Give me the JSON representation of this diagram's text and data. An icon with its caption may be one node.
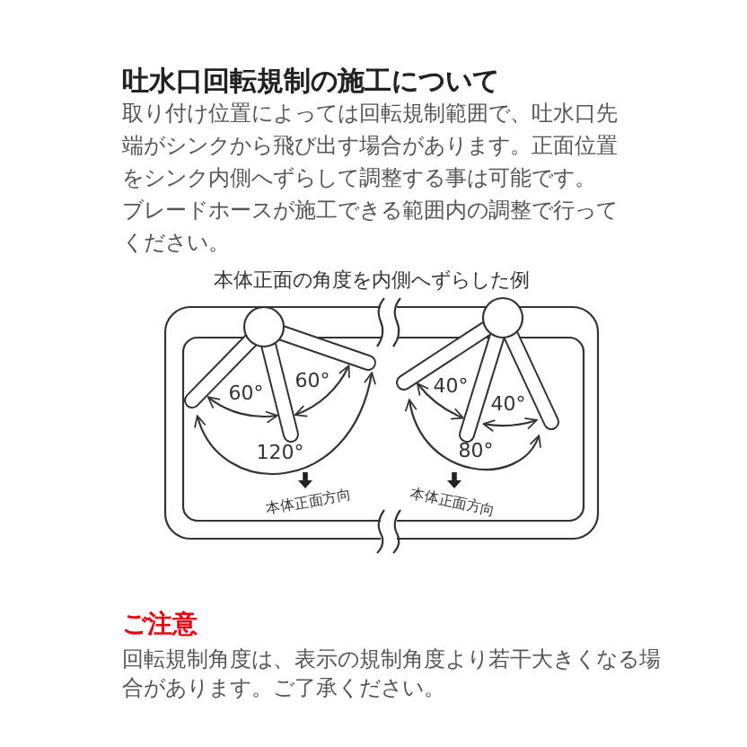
{
  "diagram": {
    "title": "吐水口回転規制の施工について",
    "labels": [
      "取り付け位置によっては回転規制範囲で、吐水口先端がシンクから飛び出す場合があります。正面位置をシンク内側へずらして調整する事は可能です。",
      "ブレードホースが施工できる範囲内の調整で行ってください。",
      "本体正面の角度を内側へずらした例",
      "60°",
      "60°",
      "40°",
      "40°",
      "120°",
      "80°",
      "本体正面方向",
      "本体正面方向",
      "ご注意",
      "回転規制角度は、表示の規制角度より若干大きくなる場合があります。ご了承ください。"
    ]
  }
}
